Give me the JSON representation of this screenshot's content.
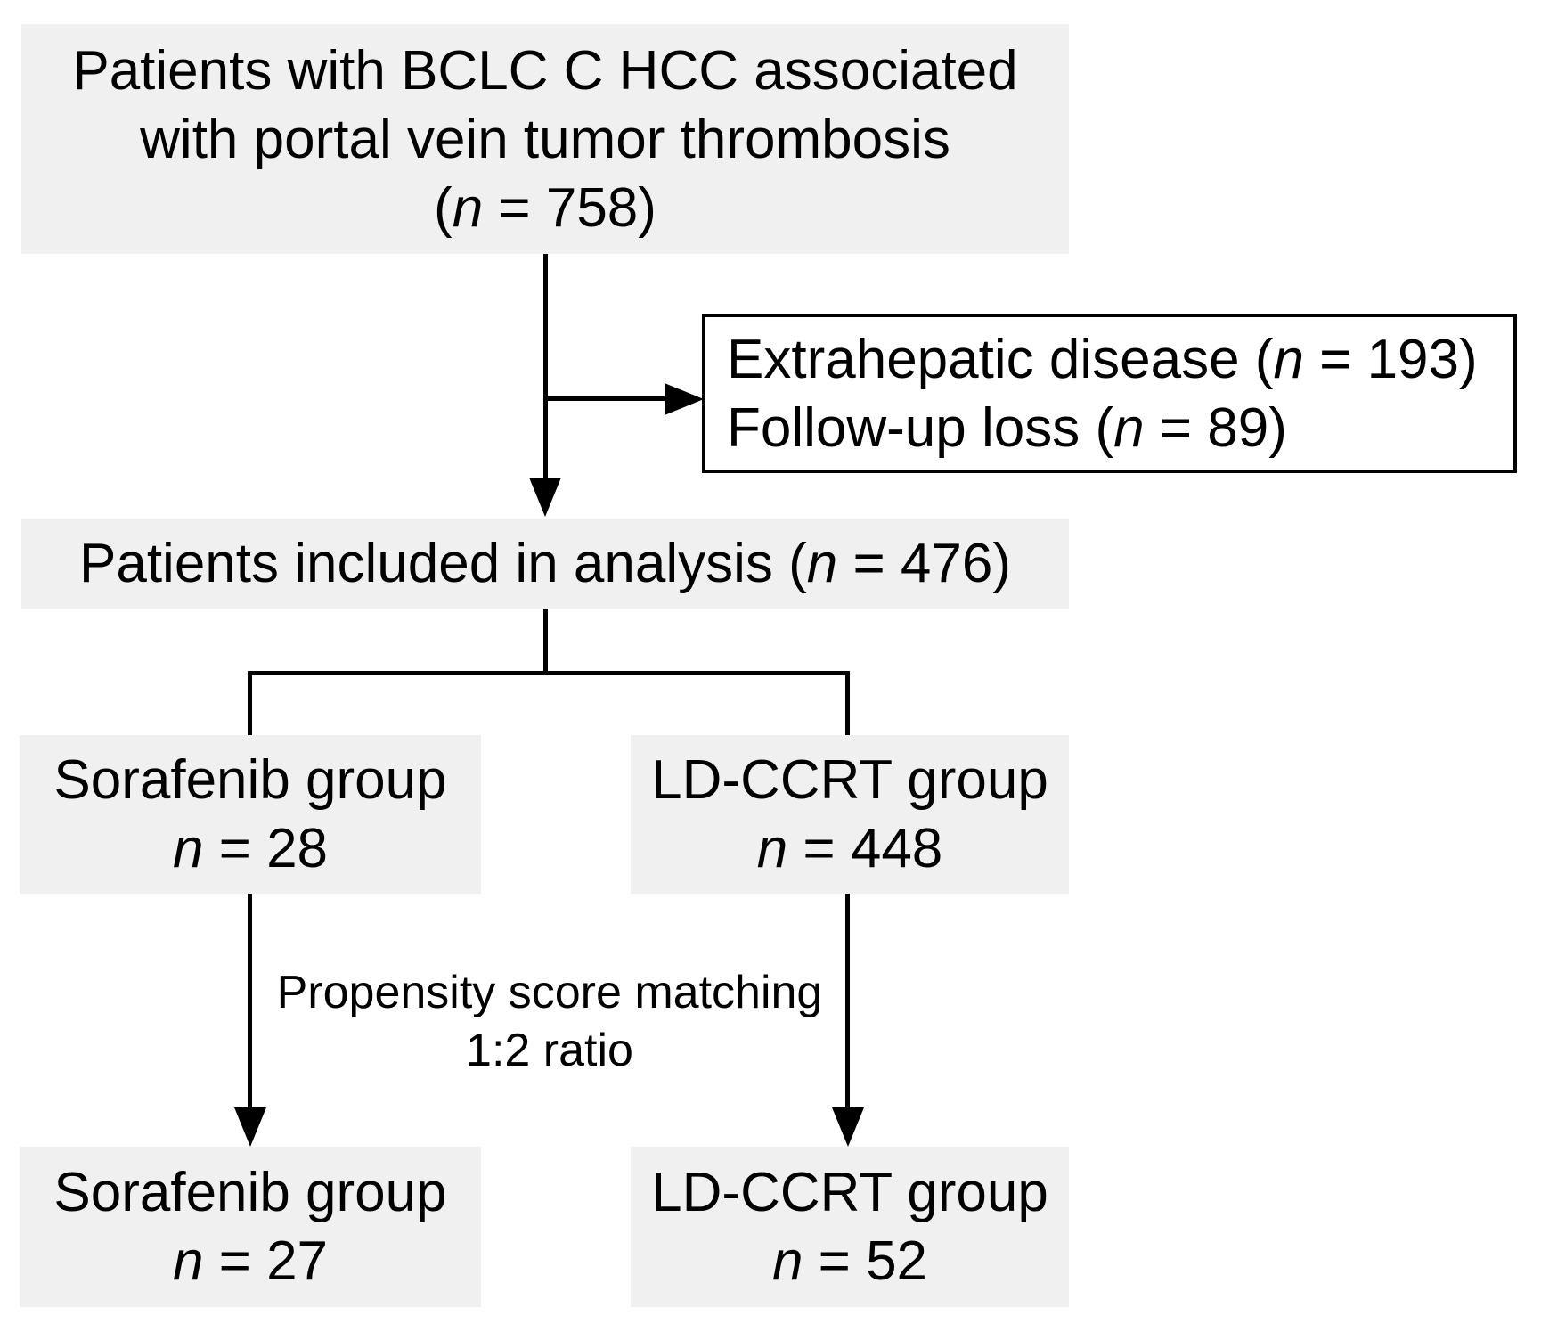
{
  "colors": {
    "box_fill": "#f0f0f0",
    "line_color": "#000000",
    "background": "#ffffff"
  },
  "boxes": {
    "top": {
      "line1": "Patients with BCLC C HCC associated",
      "line2": "with portal vein tumor thrombosis",
      "count": {
        "pre": "(",
        "n": "n",
        "post": " = 758)"
      }
    },
    "exclusion": {
      "line1": {
        "pre": "Extrahepatic disease (",
        "n": "n",
        "post": " = 193)"
      },
      "line2": {
        "pre": "Follow-up loss (",
        "n": "n",
        "post": " = 89)"
      }
    },
    "included": {
      "text": {
        "pre": "Patients included in analysis (",
        "n": "n",
        "post": " = 476)"
      }
    },
    "sorafenib_pre": {
      "title": "Sorafenib group",
      "count": {
        "pre": "",
        "n": "n",
        "post": " = 28"
      }
    },
    "ldccrt_pre": {
      "title": "LD-CCRT group",
      "count": {
        "pre": "",
        "n": "n",
        "post": " = 448"
      }
    },
    "sorafenib_post": {
      "title": "Sorafenib group",
      "count": {
        "pre": "",
        "n": "n",
        "post": " = 27"
      }
    },
    "ldccrt_post": {
      "title": "LD-CCRT group",
      "count": {
        "pre": "",
        "n": "n",
        "post": " = 52"
      }
    }
  },
  "labels": {
    "matching_line1": "Propensity score matching",
    "matching_line2": "1:2 ratio"
  }
}
